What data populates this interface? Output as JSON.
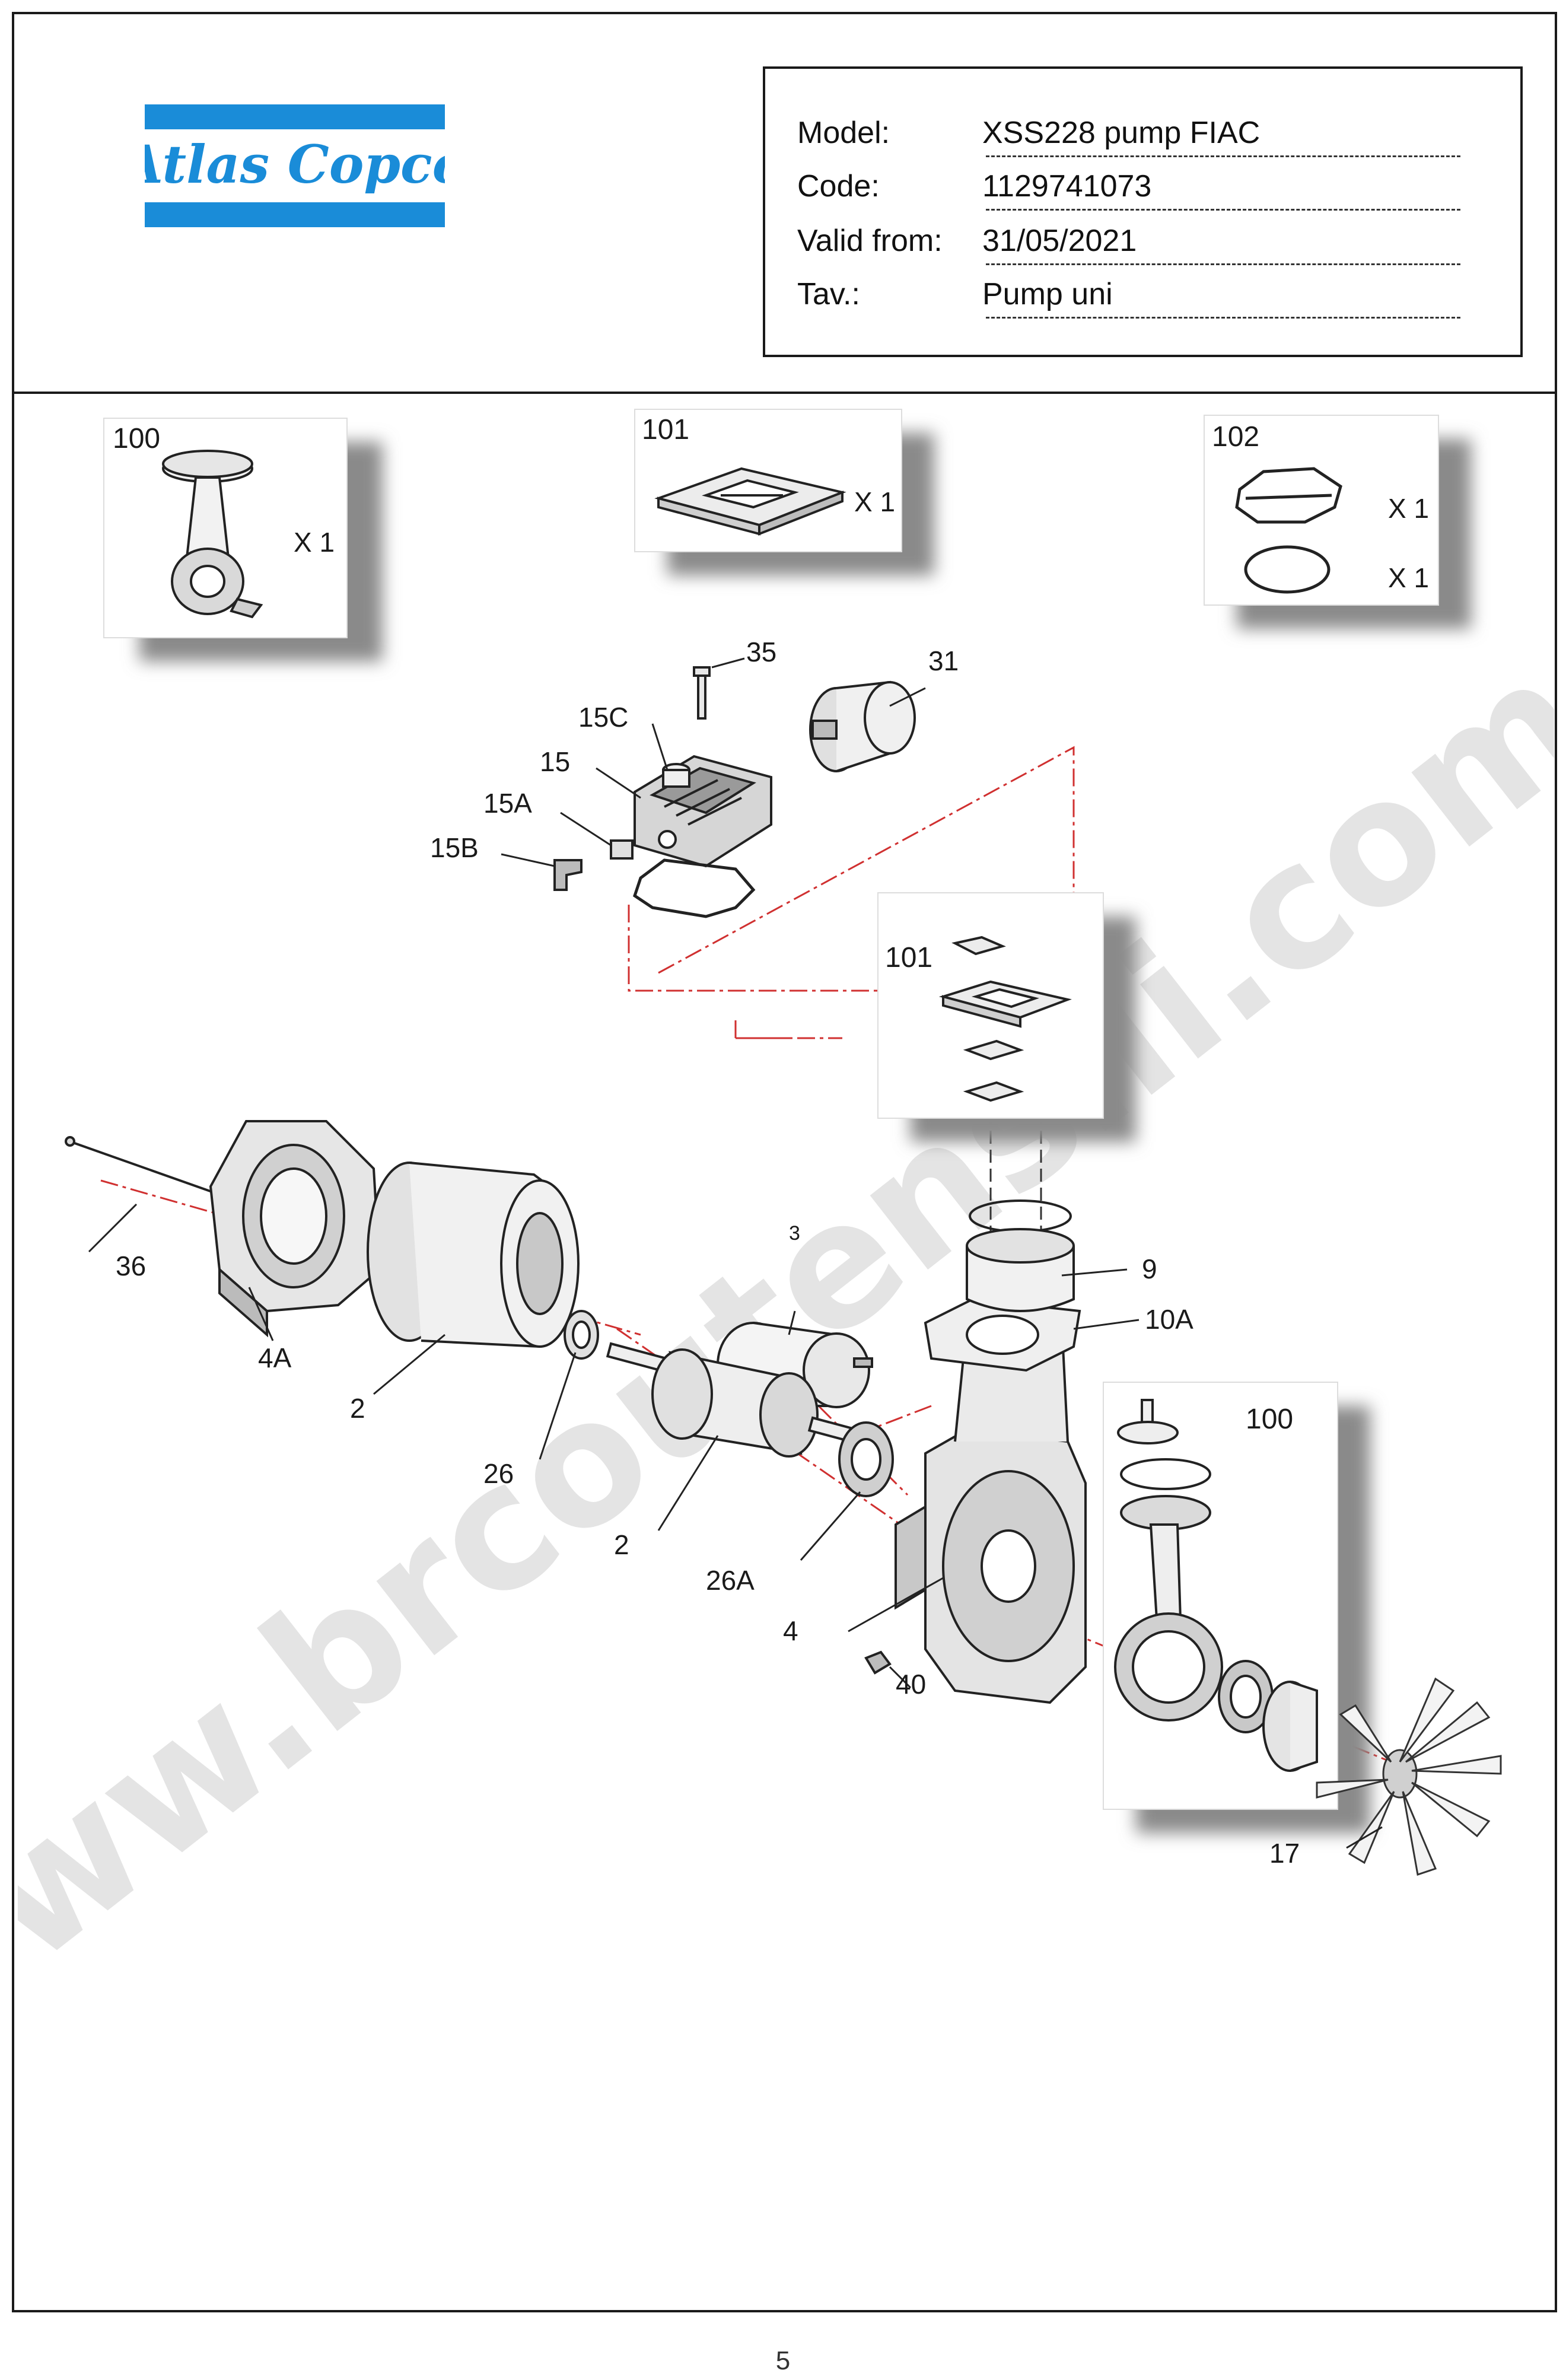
{
  "header": {
    "logo_text": "Atlas Copco",
    "brand_color": "#1a8cd8",
    "info": [
      {
        "label": "Model:",
        "value": "XSS228 pump FIAC"
      },
      {
        "label": "Code:",
        "value": "1129741073"
      },
      {
        "label": "Valid from:",
        "value": "31/05/2021"
      },
      {
        "label": "Tav.:",
        "value": "Pump uni"
      }
    ]
  },
  "watermark": "www.brcoutensili.com",
  "insets": [
    {
      "id": "100",
      "qty": [
        "X 1"
      ]
    },
    {
      "id": "101",
      "qty": [
        "X 1"
      ]
    },
    {
      "id": "102",
      "qty": [
        "X 1",
        "X 1"
      ]
    },
    {
      "id": "101",
      "qty": []
    },
    {
      "id": "100",
      "qty": []
    }
  ],
  "callouts": [
    "35",
    "31",
    "15C",
    "15",
    "15A",
    "15B",
    "36",
    "4A",
    "2",
    "26",
    "3",
    "2",
    "26A",
    "4",
    "40",
    "9",
    "10A",
    "17"
  ],
  "page_number": "5"
}
